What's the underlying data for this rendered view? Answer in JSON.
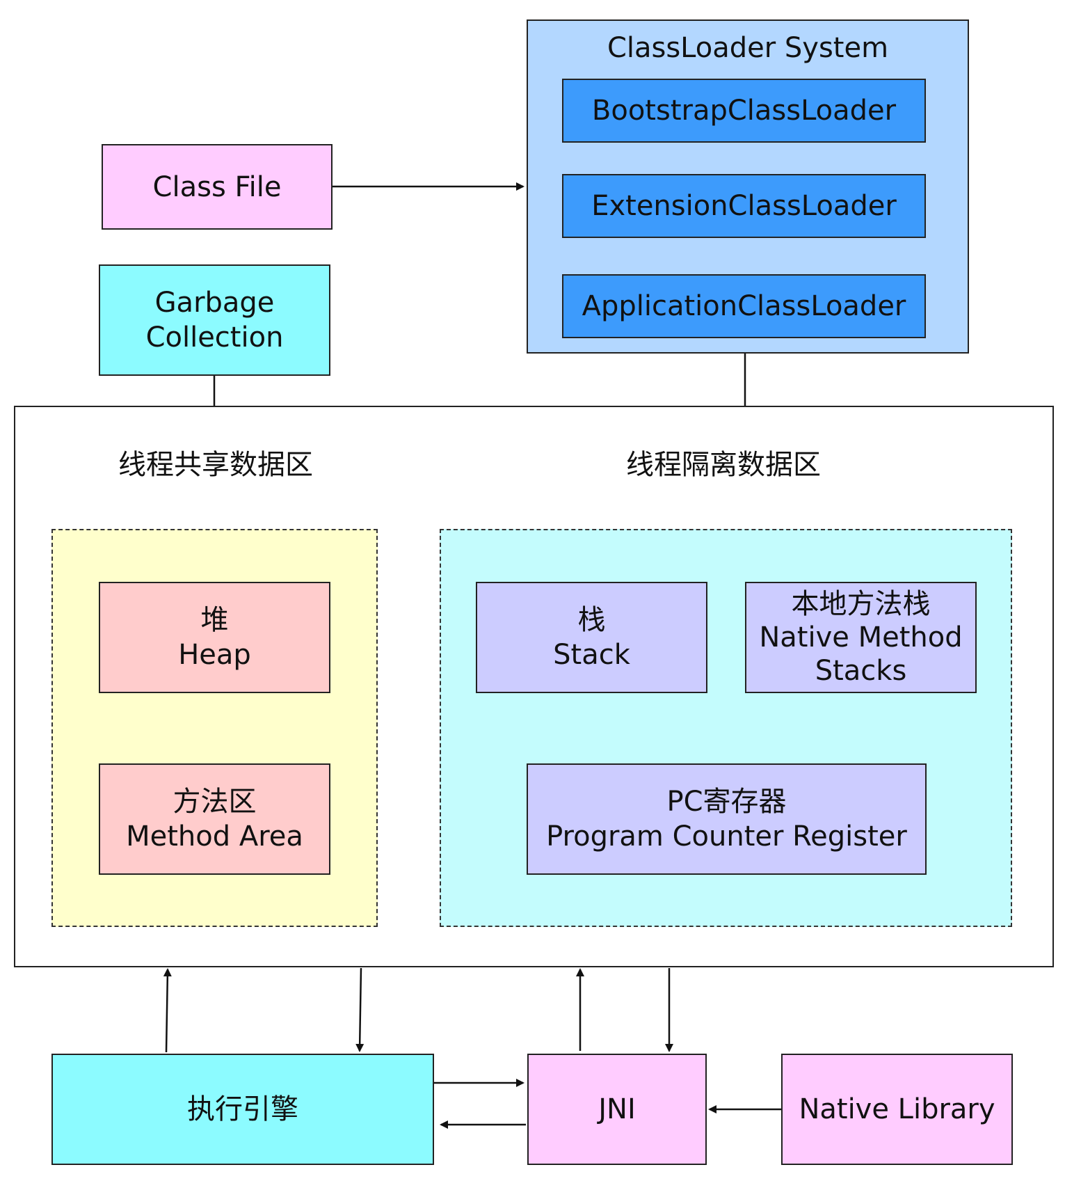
{
  "colors": {
    "classfile": "#ffccff",
    "gc": "#8cfbff",
    "classloader_system": "#b3d7ff",
    "loader": "#3d9bfc",
    "shared_area": "#ffffcc",
    "isolated_area": "#c4fcfd",
    "heap": "#ffcccc",
    "thread_box": "#ccccff",
    "engine": "#8cfbff",
    "jni": "#ffccff",
    "native_library": "#ffccff"
  },
  "class_file": {
    "label": "Class File"
  },
  "gc": {
    "line1": "Garbage",
    "line2": "Collection"
  },
  "classloader": {
    "title": "ClassLoader System",
    "loaders": [
      "BootstrapClassLoader",
      "ExtensionClassLoader",
      "ApplicationClassLoader"
    ]
  },
  "runtime": {
    "shared_title": "线程共享数据区",
    "isolated_title": "线程隔离数据区",
    "heap": {
      "cn": "堆",
      "en": "Heap"
    },
    "method_area": {
      "cn": "方法区",
      "en": "Method Area"
    },
    "stack": {
      "cn": "栈",
      "en": "Stack"
    },
    "native_stack": {
      "cn": "本地方法栈",
      "en1": "Native Method",
      "en2": "Stacks"
    },
    "pc": {
      "cn": "PC寄存器",
      "en": "Program Counter Register"
    }
  },
  "engine": {
    "label": "执行引擎"
  },
  "jni": {
    "label": "JNI"
  },
  "native_library": {
    "label": "Native Library"
  }
}
